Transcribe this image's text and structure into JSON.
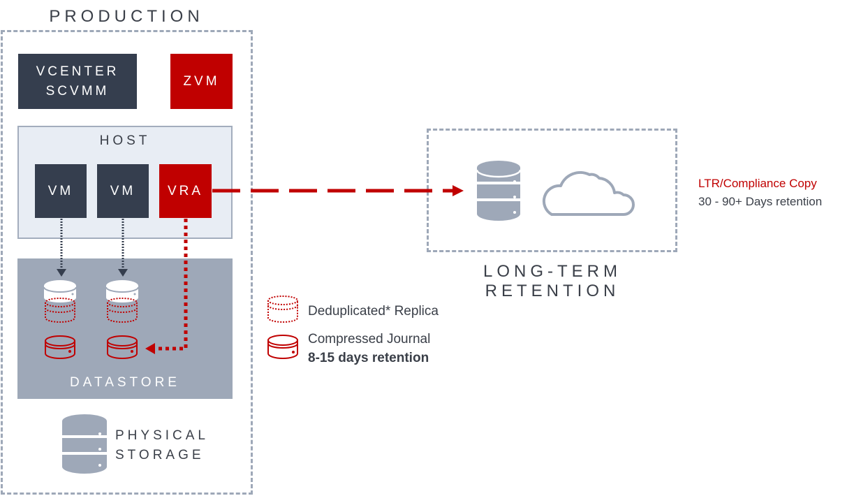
{
  "production": {
    "title": "PRODUCTION",
    "vcenter": {
      "line1": "VCENTER",
      "line2": "SCVMM"
    },
    "zvm": "ZVM",
    "host": {
      "label": "HOST",
      "vms": [
        "VM",
        "VM"
      ],
      "vra": "VRA"
    },
    "datastore": {
      "label": "DATASTORE"
    },
    "physical_storage": {
      "line1": "PHYSICAL",
      "line2": "STORAGE"
    }
  },
  "long_term_retention": {
    "line1": "LONG-TERM",
    "line2": "RETENTION",
    "icons": [
      "database-icon",
      "cloud-icon"
    ]
  },
  "ltr_note": {
    "title": "LTR/Compliance Copy",
    "subtitle": "30 - 90+ Days retention"
  },
  "legend": {
    "items": [
      {
        "icon": "dotted-disk-icon",
        "label": "Deduplicated* Replica"
      },
      {
        "icon": "solid-disk-icon",
        "label": "Compressed Journal",
        "sublabel": "8-15 days retention"
      }
    ]
  },
  "colors": {
    "accent_red": "#c00000",
    "dark_navy": "#353e4e",
    "grey": "#9ea8b8",
    "host_bg": "#e8edf4"
  }
}
